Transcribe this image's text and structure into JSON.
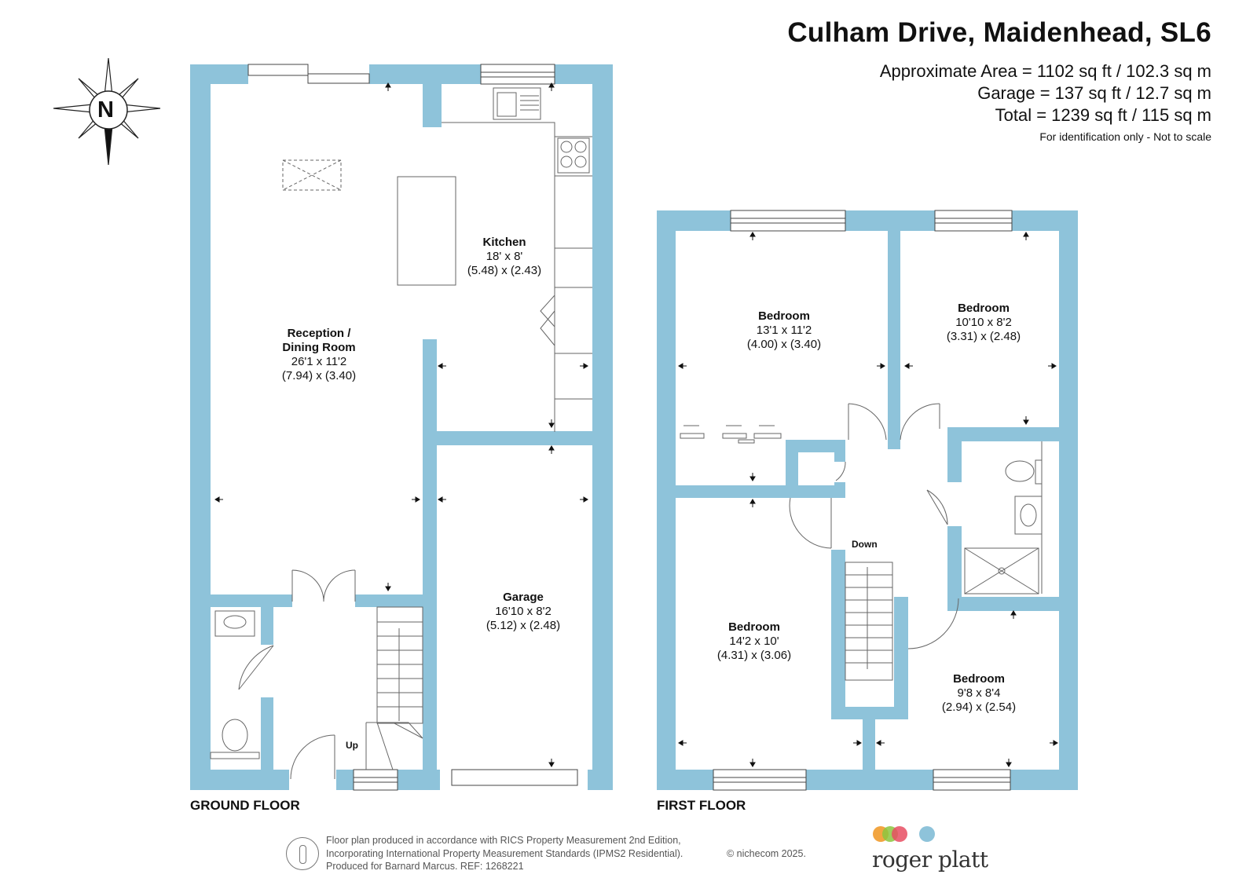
{
  "header": {
    "title": "Culham Drive, Maidenhead, SL6",
    "area": "Approximate Area = 1102 sq ft / 102.3 sq m",
    "garage": "Garage = 137 sq ft / 12.7 sq m",
    "total": "Total = 1239 sq ft / 115 sq m",
    "disclaimer": "For identification only - Not to scale"
  },
  "compass": {
    "label": "N"
  },
  "floors": {
    "ground": "GROUND FLOOR",
    "first": "FIRST FLOOR"
  },
  "rooms": {
    "kitchen": {
      "name": "Kitchen",
      "imperial": "18' x 8'",
      "metric": "(5.48) x (2.43)"
    },
    "reception": {
      "name1": "Reception /",
      "name2": "Dining Room",
      "imperial": "26'1 x 11'2",
      "metric": "(7.94) x (3.40)"
    },
    "garage": {
      "name": "Garage",
      "imperial": "16'10 x 8'2",
      "metric": "(5.12) x (2.48)"
    },
    "bedroom1": {
      "name": "Bedroom",
      "imperial": "13'1 x 11'2",
      "metric": "(4.00) x (3.40)"
    },
    "bedroom2": {
      "name": "Bedroom",
      "imperial": "10'10 x 8'2",
      "metric": "(3.31) x (2.48)"
    },
    "bedroom3": {
      "name": "Bedroom",
      "imperial": "14'2 x 10'",
      "metric": "(4.31) x (3.06)"
    },
    "bedroom4": {
      "name": "Bedroom",
      "imperial": "9'8 x 8'4",
      "metric": "(2.94) x (2.54)"
    }
  },
  "stairs": {
    "up": "Up",
    "down": "Down"
  },
  "footer": {
    "line1": "Floor plan produced in accordance with RICS Property Measurement 2nd Edition,",
    "line2": "Incorporating International Property Measurement Standards (IPMS2 Residential).",
    "line3": "Produced for Barnard Marcus.   REF:  1268221",
    "copyright": "© nichecom 2025."
  },
  "brand": {
    "name": "roger platt"
  },
  "colors": {
    "wall": "#8ec3da",
    "brand_dots": [
      "#f2a541",
      "#8cc63f",
      "#e84e62",
      "#8ec3da"
    ]
  }
}
